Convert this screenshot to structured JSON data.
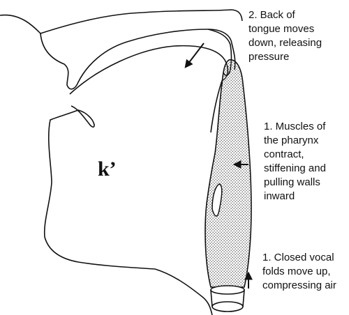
{
  "sound_symbol": "k’",
  "annotations": [
    {
      "text": "2. Back of\ntongue moves\ndown, releasing\npressure"
    },
    {
      "text": "1. Muscles of\nthe pharynx\ncontract,\nstiffening and\npulling walls\ninward"
    },
    {
      "text": "1. Closed vocal\nfolds move up,\ncompressing air"
    }
  ],
  "colors": {
    "ink": "#111111",
    "shading": "#9a9a9a",
    "background": "#ffffff"
  }
}
